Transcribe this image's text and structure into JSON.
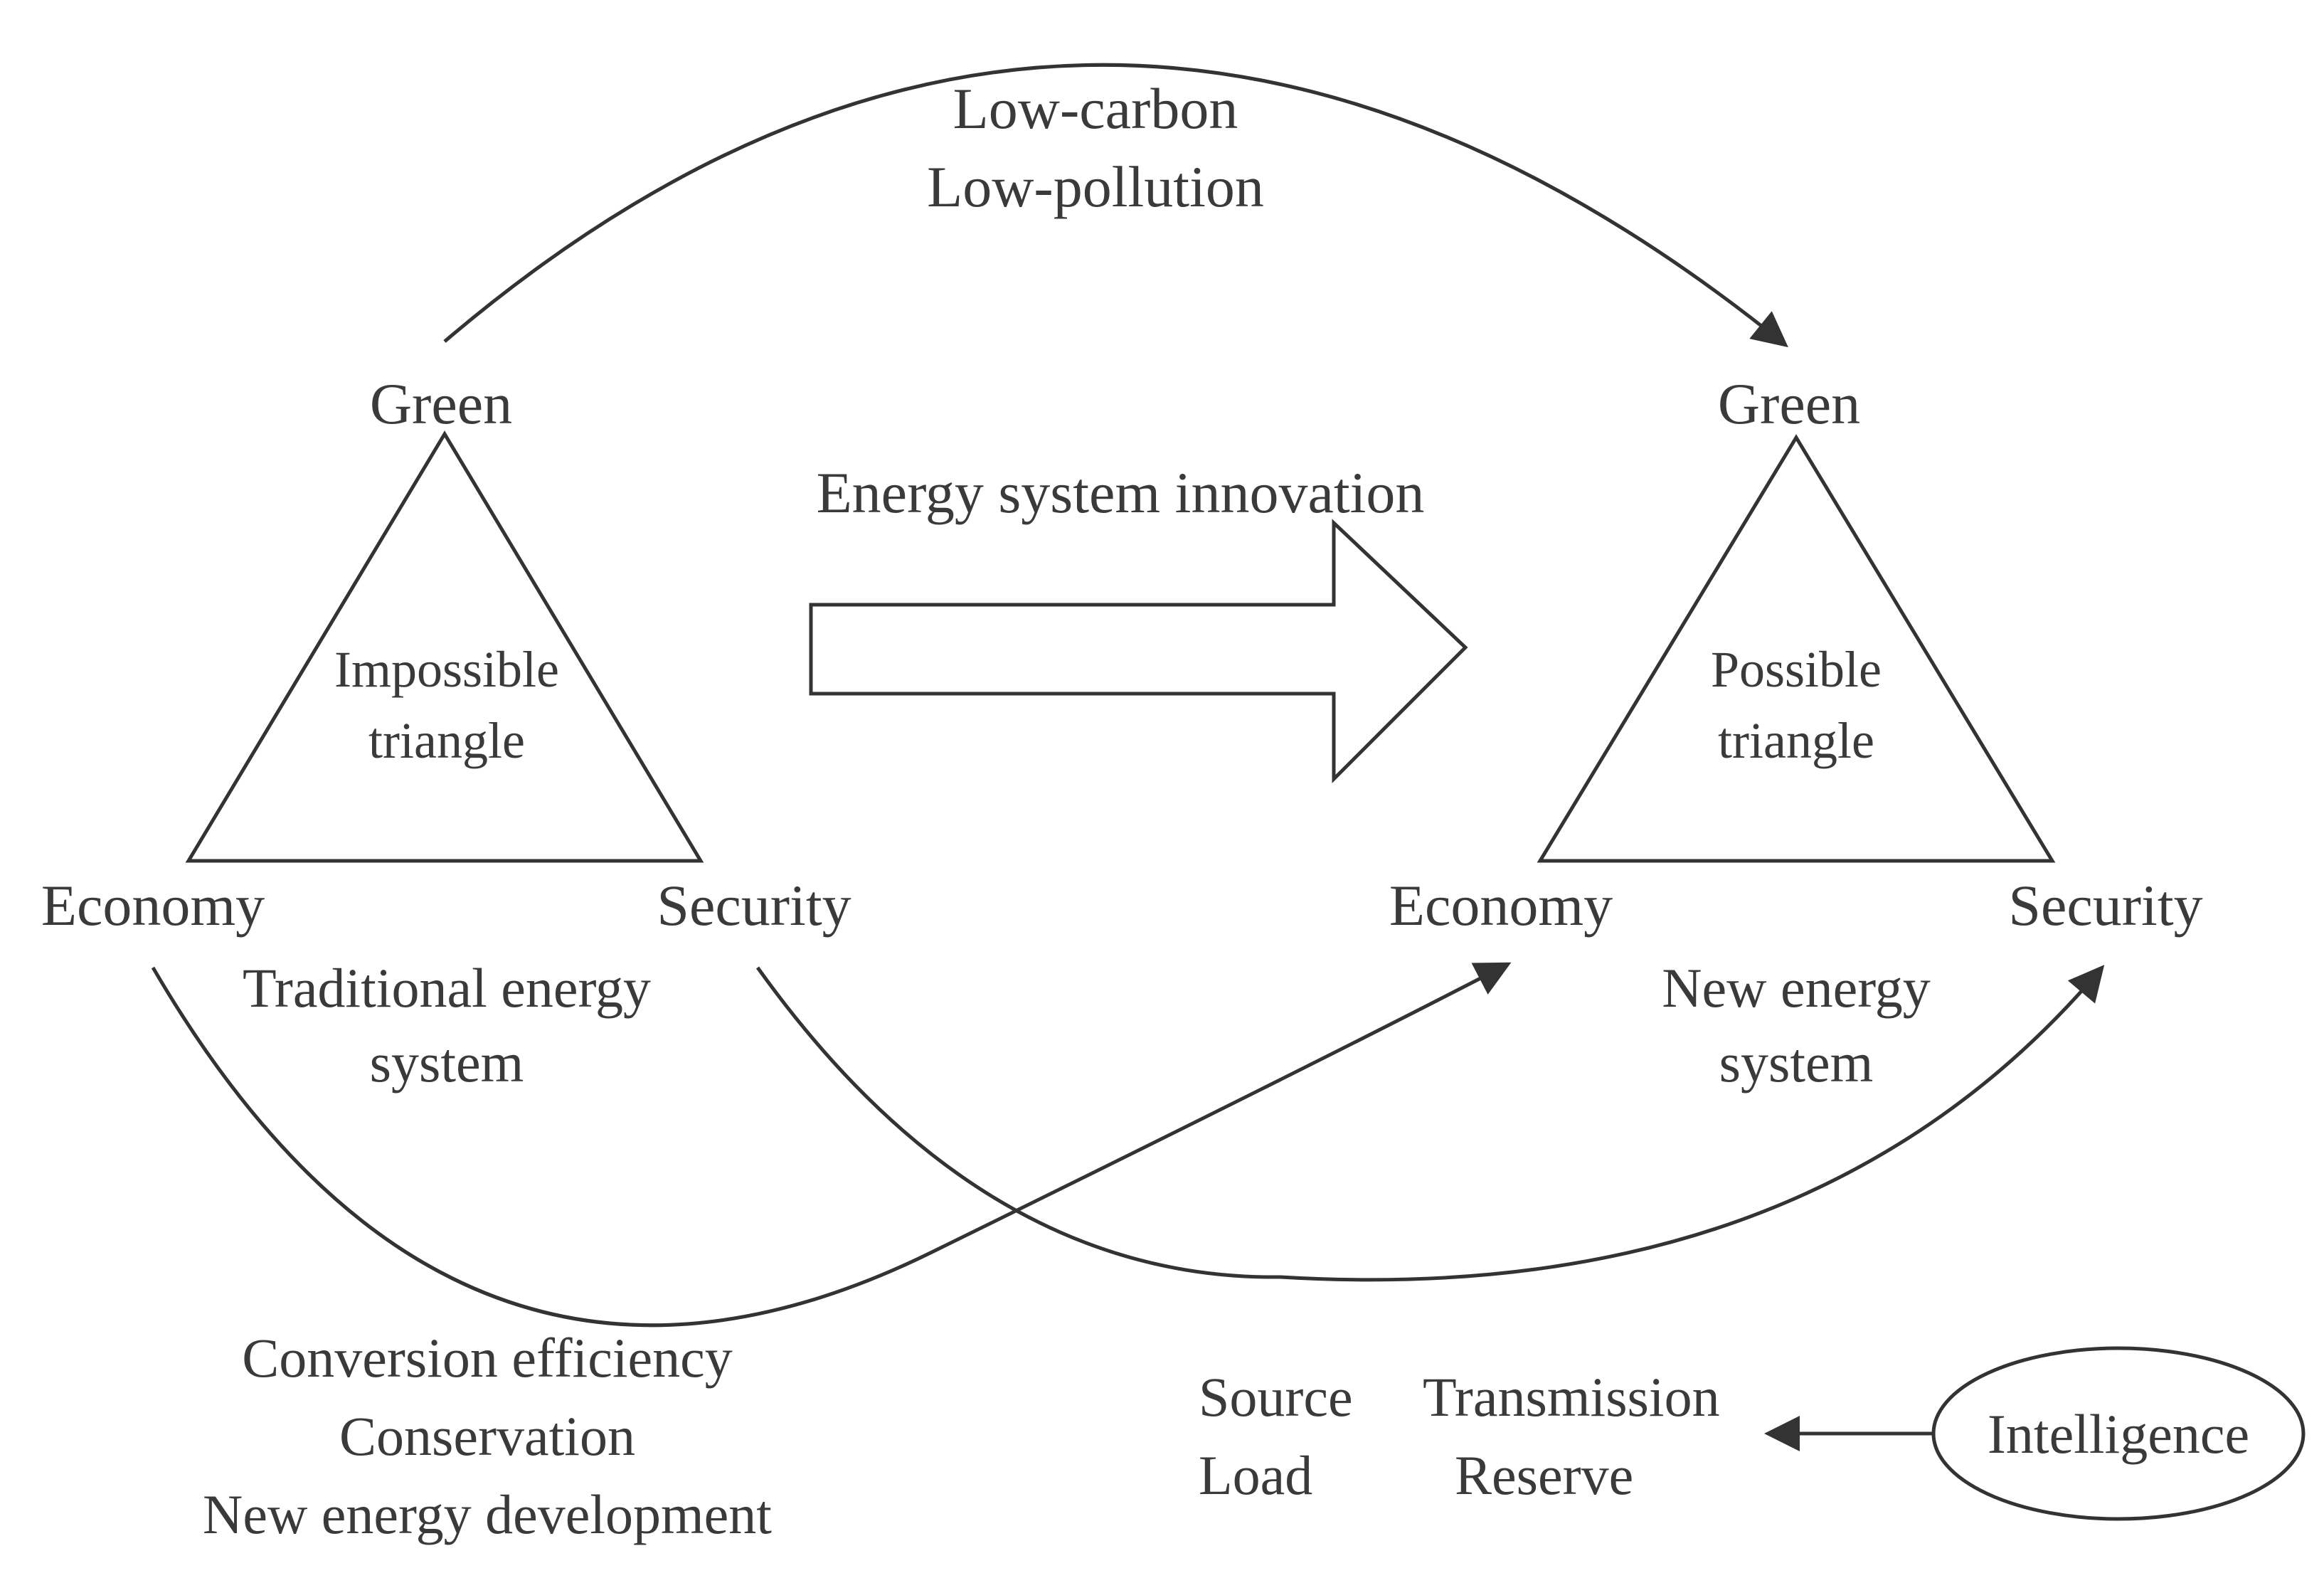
{
  "top_arc": {
    "line1": "Low-carbon",
    "line2": "Low-pollution"
  },
  "left_triangle": {
    "green": "Green",
    "economy": "Economy",
    "security": "Security",
    "inner_line1": "Impossible",
    "inner_line2": "triangle",
    "caption_line1": "Traditional energy",
    "caption_line2": "system"
  },
  "right_triangle": {
    "green": "Green",
    "economy": "Economy",
    "security": "Security",
    "inner_line1": "Possible",
    "inner_line2": "triangle",
    "caption_line1": "New energy",
    "caption_line2": "system"
  },
  "center_arrow": {
    "label": "Energy system innovation"
  },
  "bottom_left": {
    "line1": "Conversion efficiency",
    "line2": "Conservation",
    "line3": "New energy development"
  },
  "bottom_right": {
    "source": "Source",
    "transmission": "Transmission",
    "load": "Load",
    "reserve": "Reserve",
    "intelligence": "Intelligence"
  },
  "colors": {
    "line": "#333333",
    "text": "#3a3a3a",
    "background": "#ffffff"
  }
}
